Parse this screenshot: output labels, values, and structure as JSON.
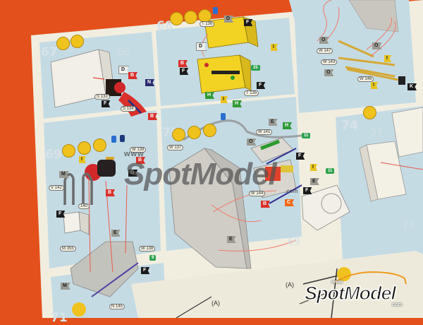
{
  "scene": {
    "description": "Photo of a model kit instruction sheet on an orange surface, with SpotModel watermarks",
    "background_color": "#e4501c",
    "sheet_color": "#c8dde6",
    "border_color": "#f2efe2"
  },
  "steps": [
    {
      "number": "67",
      "ref": "66",
      "tools": [
        "glue-tube-icon",
        "brush-icon"
      ],
      "flags": [
        {
          "letter": "D",
          "color": "white"
        },
        {
          "letter": "B",
          "color": "red"
        },
        {
          "letter": "N",
          "color": "navy"
        },
        {
          "letter": "F",
          "color": "black"
        },
        {
          "letter": "B",
          "color": "red"
        }
      ],
      "parts": [
        "S 133",
        "S 134"
      ]
    },
    {
      "number": "68",
      "tools": [
        "glue-tube-icon",
        "brush-icon",
        "file-icon"
      ],
      "paints": [
        "blue"
      ],
      "flags": [
        {
          "letter": "D",
          "color": "grey"
        },
        {
          "letter": "F",
          "color": "black"
        },
        {
          "letter": "I",
          "color": "yellow"
        },
        {
          "letter": "D",
          "color": "white"
        },
        {
          "letter": "B",
          "color": "red"
        },
        {
          "letter": "F",
          "color": "black"
        },
        {
          "letter": "F",
          "color": "black"
        },
        {
          "letter": "H",
          "color": "green"
        },
        {
          "letter": "I",
          "color": "yellow"
        },
        {
          "letter": "H",
          "color": "green"
        }
      ],
      "decals": [
        "25"
      ],
      "parts": [
        "T 136",
        "T 135"
      ]
    },
    {
      "number": "69",
      "tools": [
        "glue-tube-icon",
        "brush-icon",
        "file-icon"
      ],
      "paints": [
        "blue",
        "dark-blue"
      ],
      "flags": [
        {
          "letter": "I",
          "color": "yellow"
        },
        {
          "letter": "B",
          "color": "red"
        },
        {
          "letter": "G",
          "color": "black"
        },
        {
          "letter": "M",
          "color": "grey"
        },
        {
          "letter": "B",
          "color": "red"
        },
        {
          "letter": "F",
          "color": "black"
        },
        {
          "letter": "E",
          "color": "grey"
        },
        {
          "letter": "F",
          "color": "black"
        },
        {
          "letter": "M",
          "color": "grey"
        }
      ],
      "decals": [
        "9"
      ],
      "parts": [
        "W 139",
        "V 142",
        "140",
        "M 355",
        "W 138"
      ]
    },
    {
      "number": "70",
      "ref": "69",
      "tools": [
        "glue-tube-icon",
        "brush-icon",
        "file-icon"
      ],
      "paints": [
        "blue"
      ],
      "flags": [
        {
          "letter": "E",
          "color": "grey"
        },
        {
          "letter": "H",
          "color": "green"
        },
        {
          "letter": "O",
          "color": "grey"
        },
        {
          "letter": "F",
          "color": "black"
        },
        {
          "letter": "I",
          "color": "yellow"
        },
        {
          "letter": "E",
          "color": "grey"
        },
        {
          "letter": "F",
          "color": "black"
        },
        {
          "letter": "B",
          "color": "red"
        },
        {
          "letter": "C",
          "color": "orange"
        },
        {
          "letter": "E",
          "color": "grey"
        }
      ],
      "decals": [
        "11",
        "11"
      ],
      "parts": [
        "W 141",
        "W 137",
        "W 144"
      ]
    },
    {
      "number": "71",
      "tools": [
        "glue-tube-icon"
      ],
      "parts": [
        "N 145"
      ]
    },
    {
      "number": "74",
      "refs": [
        "57",
        "73"
      ],
      "tools": [
        "glue-tube-icon"
      ]
    },
    {
      "number": "",
      "flags": [
        {
          "letter": "O",
          "color": "grey"
        },
        {
          "letter": "O",
          "color": "grey"
        },
        {
          "letter": "O",
          "color": "grey"
        },
        {
          "letter": "I",
          "color": "yellow"
        },
        {
          "letter": "I",
          "color": "yellow"
        },
        {
          "letter": "K",
          "color": "black"
        }
      ],
      "parts": [
        "W 147",
        "W 143",
        "W 146"
      ]
    }
  ],
  "callouts": [
    "(A)",
    "(A)"
  ],
  "watermarks": [
    {
      "prefix": "www",
      "text": "SpotModel",
      "suffix": ".com",
      "style": "translucent-center"
    },
    {
      "prefix": "www",
      "text": "SpotModel",
      "suffix": "com",
      "style": "logo-bottom-right"
    }
  ]
}
